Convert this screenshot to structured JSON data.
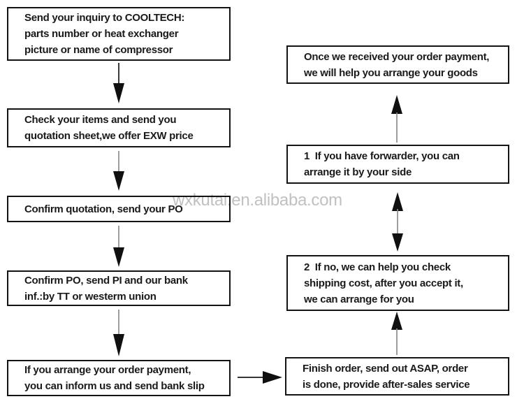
{
  "diagram": {
    "watermark": "wxkutai.en.alibaba.com",
    "nodes": [
      {
        "id": "inquiry",
        "lines": [
          "Send your inquiry to COOLTECH:",
          "parts number or heat exchanger",
          "picture or name of compressor"
        ]
      },
      {
        "id": "quotation",
        "lines": [
          "Check your items and send you",
          "quotation sheet,we offer EXW price"
        ]
      },
      {
        "id": "confirm-quotation",
        "lines": [
          "Confirm quotation, send your PO"
        ]
      },
      {
        "id": "confirm-po",
        "lines": [
          "Confirm PO, send PI and our bank",
          "inf.:by TT or westerm union"
        ]
      },
      {
        "id": "arrange-payment",
        "lines": [
          "If you arrange your order payment,",
          "you can inform us and send bank slip"
        ]
      },
      {
        "id": "finish-order",
        "lines": [
          "Finish order, send out ASAP, order",
          "is done, provide after-sales service"
        ]
      },
      {
        "id": "if-no-shipping",
        "lines": [
          "2  If no, we can help you check",
          "shipping cost, after you accept it,",
          "we can arrange for you"
        ]
      },
      {
        "id": "forwarder",
        "lines": [
          "1  If you have forwarder, you can",
          "arrange it by your side"
        ]
      },
      {
        "id": "payment-received",
        "lines": [
          "Once we received your order payment,",
          "we will help you arrange your goods"
        ]
      }
    ],
    "edges": [
      {
        "from": "inquiry",
        "to": "quotation",
        "direction": "down"
      },
      {
        "from": "quotation",
        "to": "confirm-quotation",
        "direction": "down"
      },
      {
        "from": "confirm-quotation",
        "to": "confirm-po",
        "direction": "down"
      },
      {
        "from": "confirm-po",
        "to": "arrange-payment",
        "direction": "down"
      },
      {
        "from": "arrange-payment",
        "to": "finish-order",
        "direction": "right"
      },
      {
        "from": "finish-order",
        "to": "if-no-shipping",
        "direction": "up"
      },
      {
        "from": "if-no-shipping",
        "to": "forwarder",
        "direction": "both"
      },
      {
        "from": "forwarder",
        "to": "payment-received",
        "direction": "up"
      }
    ],
    "colors": {
      "background": "#ffffff",
      "box_border": "#141414",
      "text": "#1a1a1a",
      "watermark": "#c1c1c1",
      "arrow_head": "#101010",
      "arrow_line_gray": "#8c8c8c"
    }
  }
}
